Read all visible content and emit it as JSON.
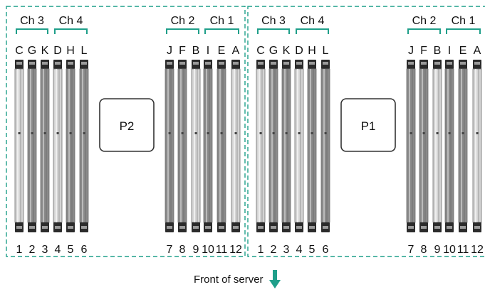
{
  "colors": {
    "accent": "#1f9f8a",
    "dimm_dark": "#8a8a8a",
    "dimm_light": "#d4d4d4",
    "outline": "#333333"
  },
  "processors": [
    {
      "label": "P2",
      "left_channels": [
        {
          "label": "Ch 3"
        },
        {
          "label": "Ch 4"
        }
      ],
      "right_channels": [
        {
          "label": "Ch 2"
        },
        {
          "label": "Ch 1"
        }
      ],
      "left_letters": [
        "C",
        "G",
        "K",
        "D",
        "H",
        "L"
      ],
      "left_numbers": [
        "1",
        "2",
        "3",
        "4",
        "5",
        "6"
      ],
      "right_letters": [
        "J",
        "F",
        "B",
        "I",
        "E",
        "A"
      ],
      "right_numbers": [
        "7",
        "8",
        "9",
        "10",
        "11",
        "12"
      ]
    },
    {
      "label": "P1",
      "left_channels": [
        {
          "label": "Ch 3"
        },
        {
          "label": "Ch 4"
        }
      ],
      "right_channels": [
        {
          "label": "Ch 2"
        },
        {
          "label": "Ch 1"
        }
      ],
      "left_letters": [
        "C",
        "G",
        "K",
        "D",
        "H",
        "L"
      ],
      "left_numbers": [
        "1",
        "2",
        "3",
        "4",
        "5",
        "6"
      ],
      "right_letters": [
        "J",
        "F",
        "B",
        "I",
        "E",
        "A"
      ],
      "right_numbers": [
        "7",
        "8",
        "9",
        "10",
        "11",
        "12"
      ]
    }
  ],
  "caption": {
    "text": "Front of server",
    "icon": "arrow-down-icon"
  }
}
